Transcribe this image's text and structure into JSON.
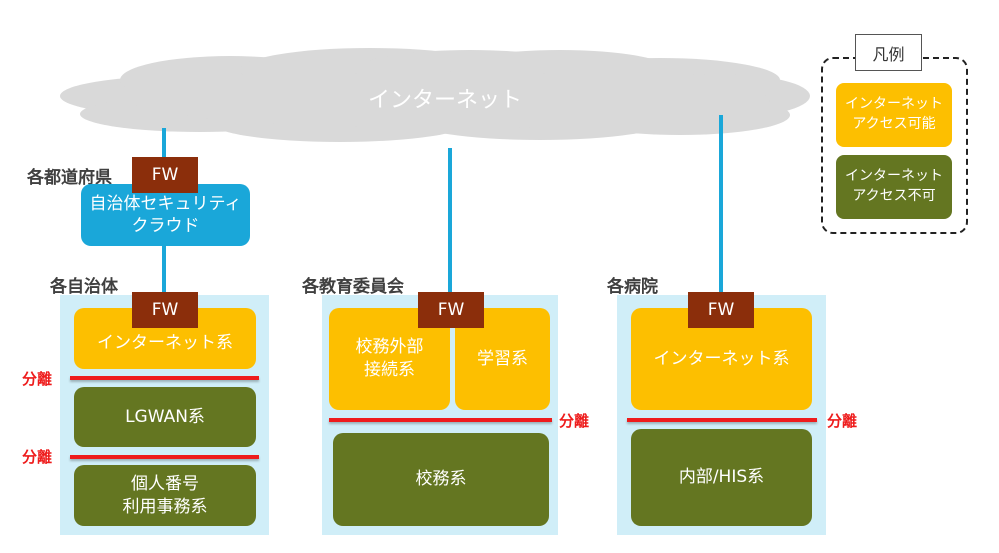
{
  "cloud": {
    "label": "インターネット",
    "color": "#d9d9d9"
  },
  "colors": {
    "link": "#1aa7d9",
    "firewall": "#8b2e0b",
    "panel": "#d0eef8",
    "internet_accessible": "#fdbf00",
    "internet_blocked": "#647621",
    "separator": "#ee1c1c"
  },
  "prefecture": {
    "heading": "各都道府県",
    "firewall": "FW",
    "security_cloud": "自治体セキュリティ\nクラウド"
  },
  "municipality": {
    "heading": "各自治体",
    "firewall": "FW",
    "blocks": [
      {
        "label": "インターネット系",
        "type": "internet_accessible"
      },
      {
        "label": "LGWAN系",
        "type": "internet_blocked"
      },
      {
        "label": "個人番号\n利用事務系",
        "type": "internet_blocked"
      }
    ],
    "separators": [
      "分離",
      "分離"
    ]
  },
  "education_board": {
    "heading": "各教育委員会",
    "firewall": "FW",
    "blocks": [
      {
        "label": "校務外部\n接続系",
        "type": "internet_accessible"
      },
      {
        "label": "学習系",
        "type": "internet_accessible"
      },
      {
        "label": "校務系",
        "type": "internet_blocked"
      }
    ],
    "separators": [
      "分離"
    ]
  },
  "hospital": {
    "heading": "各病院",
    "firewall": "FW",
    "blocks": [
      {
        "label": "インターネット系",
        "type": "internet_accessible"
      },
      {
        "label": "内部/HIS系",
        "type": "internet_blocked"
      }
    ],
    "separators": [
      "分離"
    ]
  },
  "legend": {
    "title": "凡例",
    "items": [
      {
        "label": "インターネット\nアクセス可能",
        "type": "internet_accessible"
      },
      {
        "label": "インターネット\nアクセス不可",
        "type": "internet_blocked"
      }
    ]
  }
}
